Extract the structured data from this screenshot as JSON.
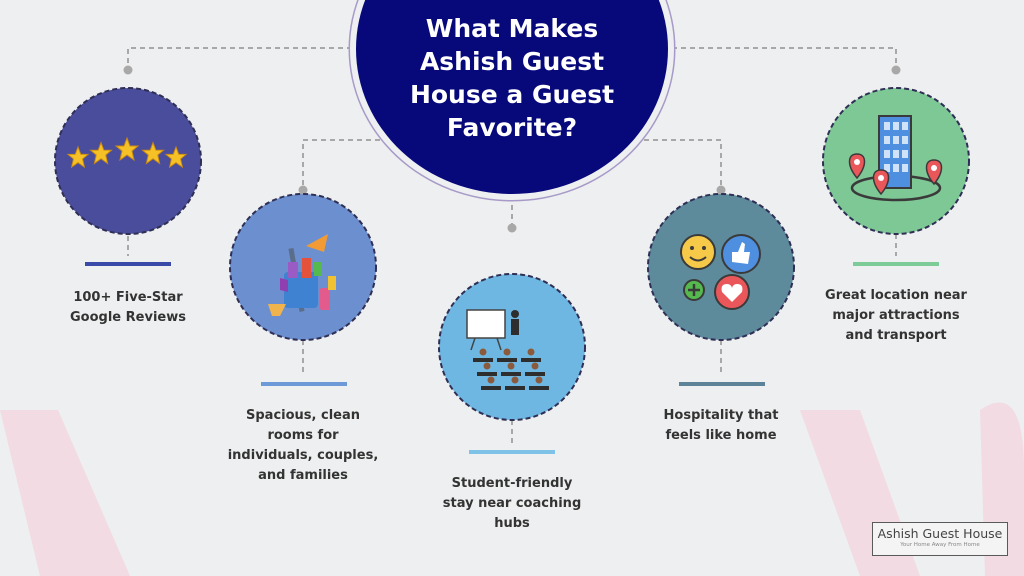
{
  "title": "What Makes Ashish Guest House a Guest Favorite?",
  "features": [
    {
      "id": "reviews",
      "label_lines": [
        "100+ Five-Star",
        "Google Reviews"
      ],
      "icon": "five-stars-icon",
      "color": "#4a4d9c"
    },
    {
      "id": "rooms",
      "label_lines": [
        "Spacious, clean",
        "rooms for",
        "individuals, couples,",
        "and families"
      ],
      "icon": "cleaning-supplies-icon",
      "color": "#6b8fcf"
    },
    {
      "id": "students",
      "label_lines": [
        "Student-friendly",
        "stay near coaching",
        "hubs"
      ],
      "icon": "classroom-icon",
      "color": "#6fb7e3"
    },
    {
      "id": "hospitality",
      "label_lines": [
        "Hospitality that",
        "feels like home"
      ],
      "icon": "smiley-like-heart-icon",
      "color": "#5e8b9c"
    },
    {
      "id": "location",
      "label_lines": [
        "Great location near",
        "major attractions",
        "and transport"
      ],
      "icon": "building-location-icon",
      "color": "#7ec896"
    }
  ],
  "logo": {
    "name": "Ashish Guest House",
    "tagline": "Your Home Away From Home"
  },
  "colors": {
    "navy": "#07087a",
    "dash": "#a8a8a8",
    "ring": "#2f2f55"
  }
}
